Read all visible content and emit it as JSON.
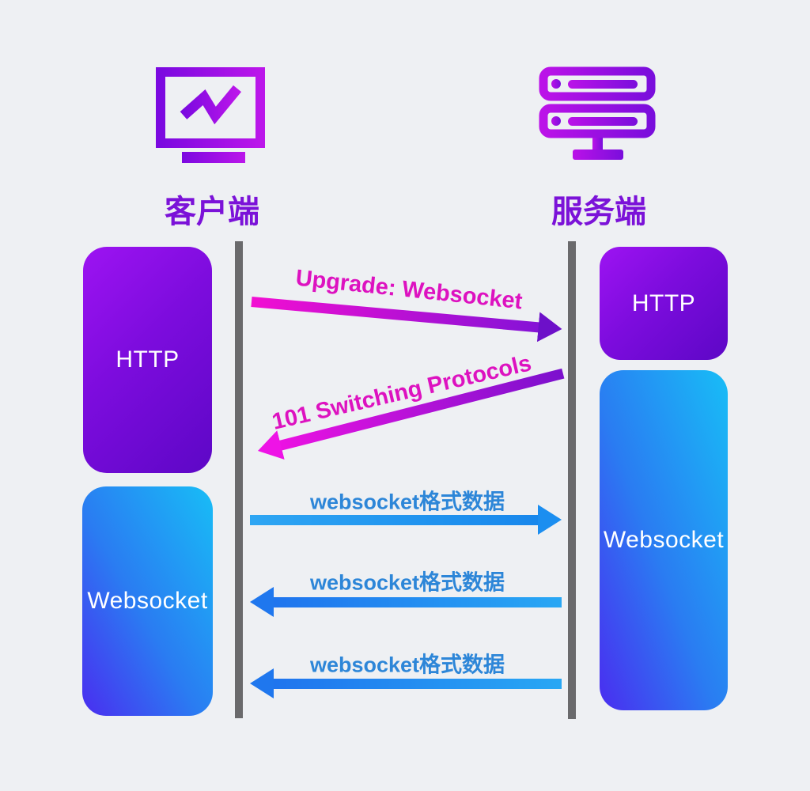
{
  "diagram": {
    "client": {
      "label": "客户端"
    },
    "server": {
      "label": "服务端"
    },
    "boxes": {
      "client_http": "HTTP",
      "client_websocket": "Websocket",
      "server_http": "HTTP",
      "server_websocket": "Websocket"
    },
    "messages": [
      {
        "label": "Upgrade: Websocket",
        "from": "client",
        "to": "server",
        "style": "magenta-purple-gradient"
      },
      {
        "label": "101 Switching Protocols",
        "from": "server",
        "to": "client",
        "style": "purple-magenta-gradient"
      },
      {
        "label": "websocket格式数据",
        "from": "client",
        "to": "server",
        "style": "blue"
      },
      {
        "label": "websocket格式数据",
        "from": "server",
        "to": "client",
        "style": "blue"
      },
      {
        "label": "websocket格式数据",
        "from": "server",
        "to": "client",
        "style": "blue"
      }
    ],
    "colors": {
      "background": "#eef0f3",
      "lifeline_gray": "#6a6a6c",
      "actor_purple": "#7b12d8",
      "magenta": "#ee13e6",
      "deep_purple": "#6d10c9",
      "blue_arrow": "#1b8ef0",
      "blue_text": "#2d86d8",
      "box_purple_start": "#9d13f2",
      "box_purple_end": "#5d07c6",
      "box_blue_start": "#4a2df0",
      "box_blue_end": "#18bdf6"
    }
  }
}
